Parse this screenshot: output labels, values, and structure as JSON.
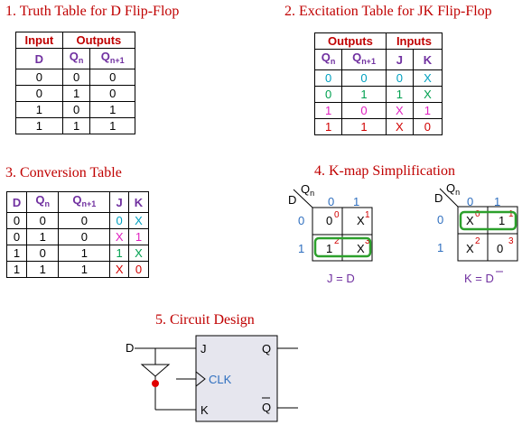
{
  "titles": {
    "truth": "1. Truth Table for D Flip-Flop",
    "excitation": "2. Excitation Table for JK Flip-Flop",
    "conversion": "3. Conversion Table",
    "kmap": "4. K-map Simplification",
    "circuit": "5. Circuit Design"
  },
  "truth_table": {
    "group_input": "Input",
    "group_outputs": "Outputs",
    "cols": [
      "D",
      "Q",
      "Q"
    ],
    "subs": [
      "",
      "n",
      "n+1"
    ],
    "rows": [
      [
        "0",
        "0",
        "0"
      ],
      [
        "0",
        "1",
        "0"
      ],
      [
        "1",
        "0",
        "1"
      ],
      [
        "1",
        "1",
        "1"
      ]
    ]
  },
  "excitation_table": {
    "group_outputs": "Outputs",
    "group_inputs": "Inputs",
    "cols": [
      "Q",
      "Q",
      "J",
      "K"
    ],
    "subs": [
      "n",
      "n+1",
      "",
      ""
    ],
    "rows": [
      [
        "0",
        "0",
        "0",
        "X"
      ],
      [
        "0",
        "1",
        "1",
        "X"
      ],
      [
        "1",
        "0",
        "X",
        "1"
      ],
      [
        "1",
        "1",
        "X",
        "0"
      ]
    ],
    "row_colors": [
      "#00a0c0",
      "#00a050",
      "#e020c0",
      "#d00000"
    ]
  },
  "conversion_table": {
    "cols": [
      "D",
      "Q",
      "Q",
      "J",
      "K"
    ],
    "subs": [
      "",
      "n",
      "n+1",
      "",
      ""
    ],
    "rows": [
      [
        "0",
        "0",
        "0",
        "0",
        "X"
      ],
      [
        "0",
        "1",
        "0",
        "X",
        "1"
      ],
      [
        "1",
        "0",
        "1",
        "1",
        "X"
      ],
      [
        "1",
        "1",
        "1",
        "X",
        "0"
      ]
    ],
    "jk_colors": [
      "#00a0c0",
      "#e020c0",
      "#00a050",
      "#d00000"
    ]
  },
  "kmap_j": {
    "row_var": "D",
    "col_var": "Q",
    "col_sub": "n",
    "col_headers": [
      "0",
      "1"
    ],
    "row_headers": [
      "0",
      "1"
    ],
    "cells": [
      [
        "0",
        "X"
      ],
      [
        "1",
        "X"
      ]
    ],
    "indices": [
      [
        "0",
        "1"
      ],
      [
        "2",
        "3"
      ]
    ],
    "equation": "J = D"
  },
  "kmap_k": {
    "row_var": "D",
    "col_var": "Q",
    "col_sub": "n",
    "col_headers": [
      "0",
      "1"
    ],
    "row_headers": [
      "0",
      "1"
    ],
    "cells": [
      [
        "X",
        "1"
      ],
      [
        "X",
        "0"
      ]
    ],
    "indices": [
      [
        "0",
        "1"
      ],
      [
        "2",
        "3"
      ]
    ],
    "equation": "K = D"
  },
  "circuit": {
    "input_label": "D",
    "pin_j": "J",
    "pin_clk": "CLK",
    "pin_k": "K",
    "out_q": "Q",
    "out_qbar": "Q"
  },
  "colors": {
    "title_red": "#c00000",
    "header_purple": "#7030a0",
    "kmap_blue": "#2f6fbf",
    "group_green": "#2ca02c",
    "ff_fill": "#e6e6ee",
    "dot_red": "#e00000"
  }
}
